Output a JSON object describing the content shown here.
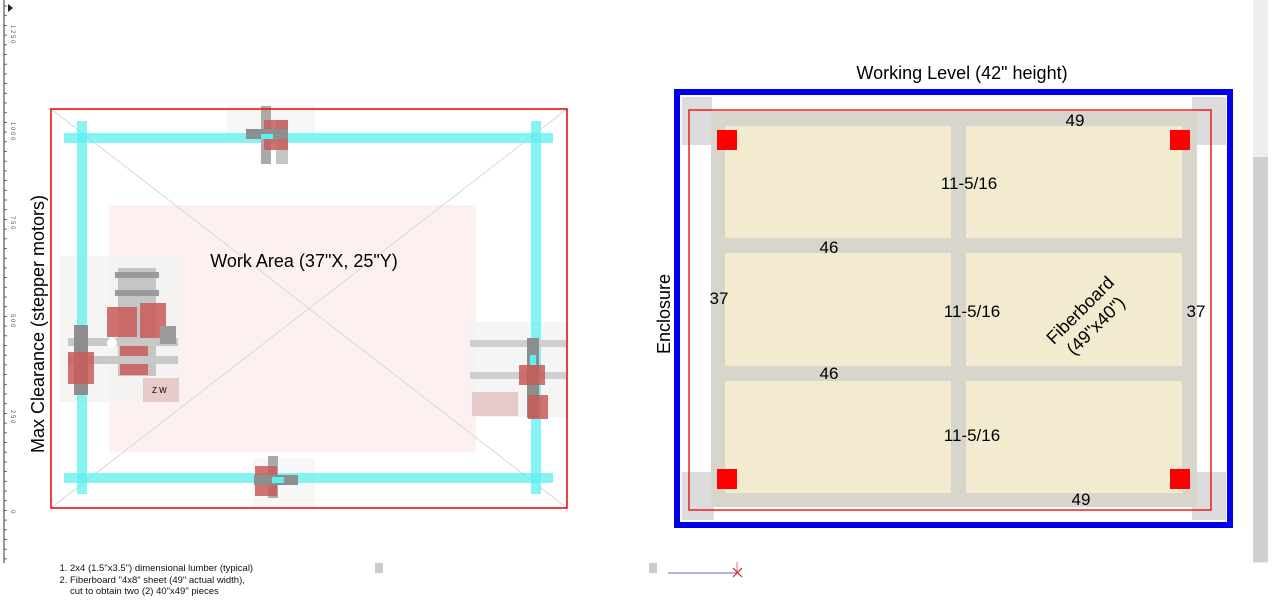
{
  "left_plan": {
    "side_label": "Max Clearance (stepper motors)",
    "work_area_label": "Work Area (37\"X, 25\"Y)",
    "tag_label": "Z W"
  },
  "right_plan": {
    "title": "Working Level (42\" height)",
    "side_label": "Enclosure",
    "dim_top": "49",
    "dim_bottom": "49",
    "dim_left": "37",
    "dim_right": "37",
    "cross_1": "46",
    "cross_2": "46",
    "panel_1": "11-5/16",
    "panel_2": "11-5/16",
    "panel_3": "11-5/16",
    "fiberboard_line1": "Fiberboard",
    "fiberboard_line2": "(49\"x40\")"
  },
  "notes": [
    "2x4 (1.5\"x3.5\") dimensional lumber (typical)",
    "Fiberboard \"4x8\" sheet (49\" actual width),",
    "cut to obtain two (2) 40\"x49\" pieces"
  ],
  "ruler": {
    "marks": [
      "1 2 5 0",
      "1 0 0 0",
      "7 5 0",
      "5 0 0",
      "2 5 0",
      "0"
    ]
  },
  "colors": {
    "clearance": "#ee1111",
    "rail": "#5ff0f0",
    "enclosure": "#0000ee",
    "lumber": "#d8d5cc",
    "panel": "#f2ebcf",
    "post": "#ff0000",
    "motor": "#c85a5a"
  },
  "icons": {
    "ruler_arrow": "triangle-right-icon",
    "origin_marker": "x-marker-icon"
  }
}
